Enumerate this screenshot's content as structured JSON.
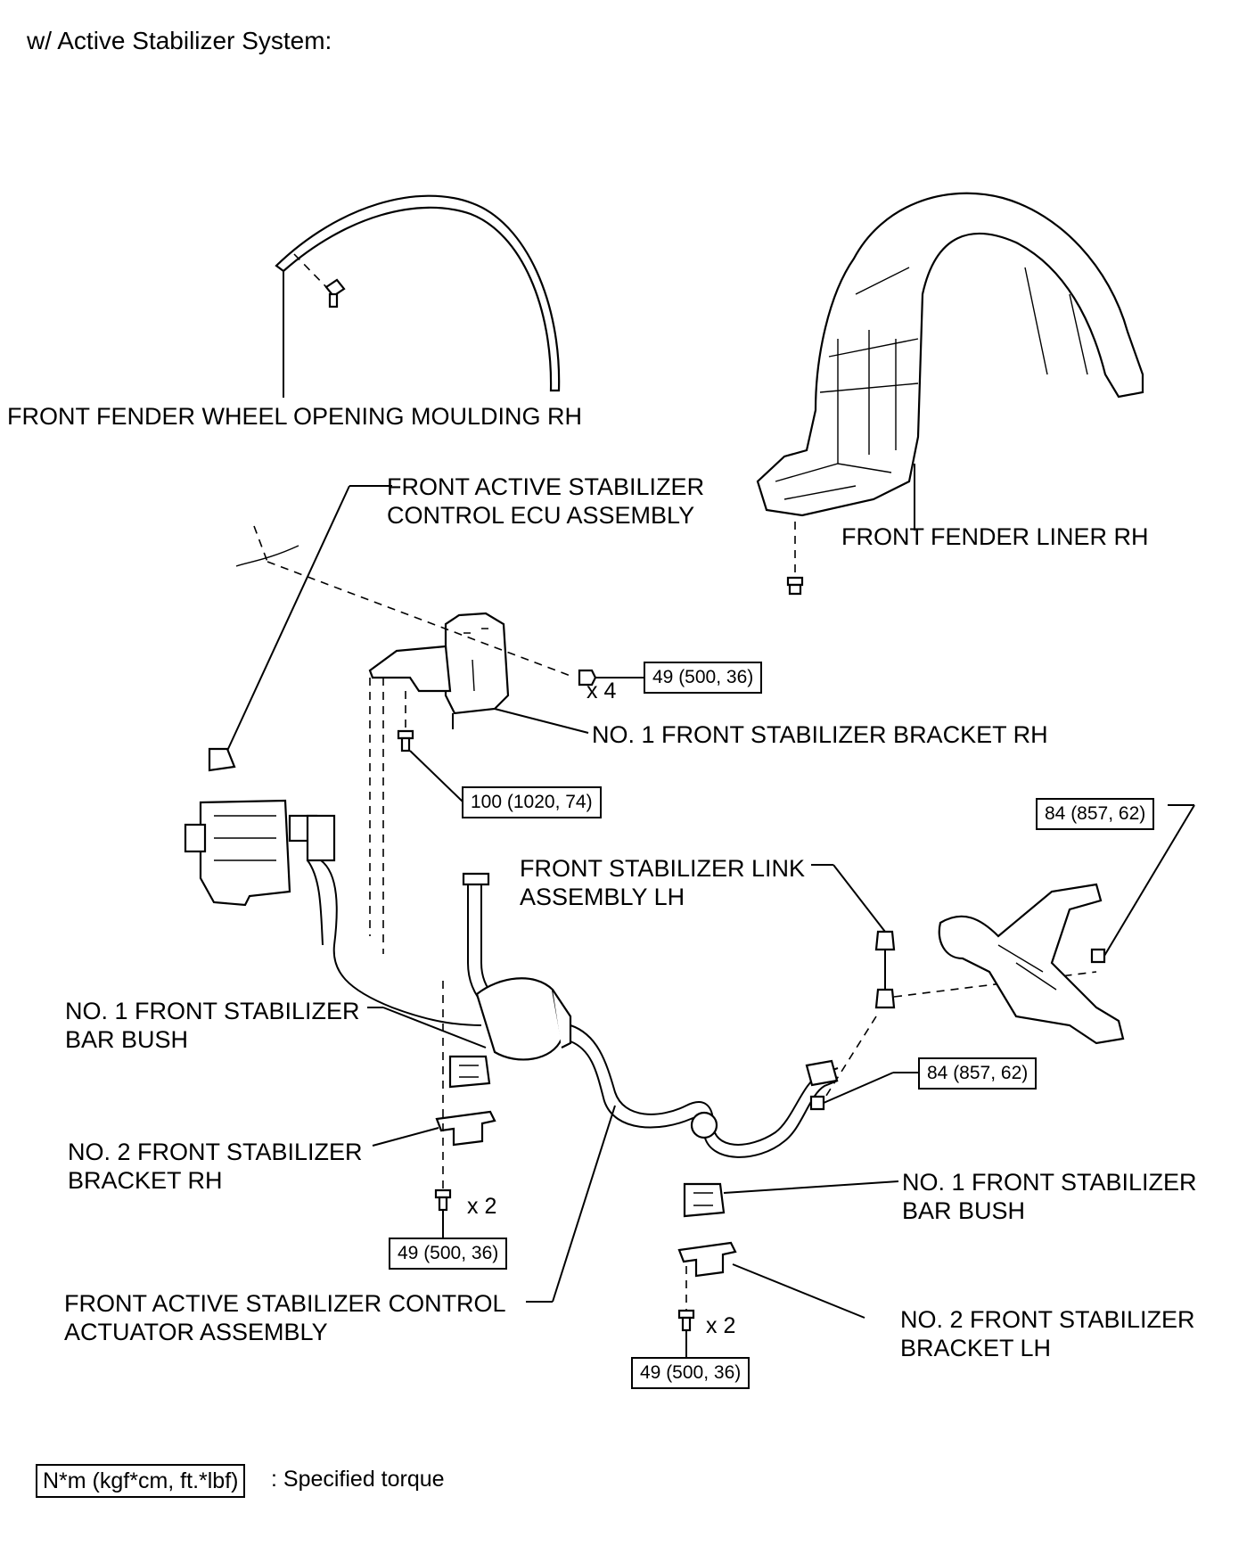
{
  "title": "w/ Active Stabilizer System:",
  "labels": {
    "moulding": "FRONT FENDER WHEEL OPENING MOULDING RH",
    "ecu_line1": "FRONT ACTIVE STABILIZER",
    "ecu_line2": "CONTROL ECU ASSEMBLY",
    "liner": "FRONT FENDER LINER RH",
    "bracket_rh": "NO. 1 FRONT STABILIZER BRACKET RH",
    "link_line1": "FRONT STABILIZER LINK",
    "link_line2": "ASSEMBLY LH",
    "bush_rh_line1": "NO. 1 FRONT STABILIZER",
    "bush_rh_line2": "BAR BUSH",
    "bracket2_rh_line1": "NO. 2 FRONT STABILIZER",
    "bracket2_rh_line2": "BRACKET RH",
    "actuator_line1": "FRONT ACTIVE STABILIZER CONTROL",
    "actuator_line2": "ACTUATOR ASSEMBLY",
    "bush_lh_line1": "NO. 1 FRONT STABILIZER",
    "bush_lh_line2": "BAR BUSH",
    "bracket2_lh_line1": "NO. 2 FRONT STABILIZER",
    "bracket2_lh_line2": "BRACKET LH"
  },
  "torques": {
    "ecu_bolts": "49 (500, 36)",
    "bracket_bolt": "100 (1020, 74)",
    "arm_nut": "84 (857, 62)",
    "link_nut": "84 (857, 62)",
    "bracket2_rh_bolts": "49 (500, 36)",
    "bracket2_lh_bolts": "49 (500, 36)"
  },
  "quantities": {
    "ecu_bolts": "x 4",
    "bracket2_rh_bolts": "x 2",
    "bracket2_lh_bolts": "x 2"
  },
  "legend": {
    "box": "N*m (kgf*cm, ft.*lbf)",
    "text": ": Specified torque"
  }
}
